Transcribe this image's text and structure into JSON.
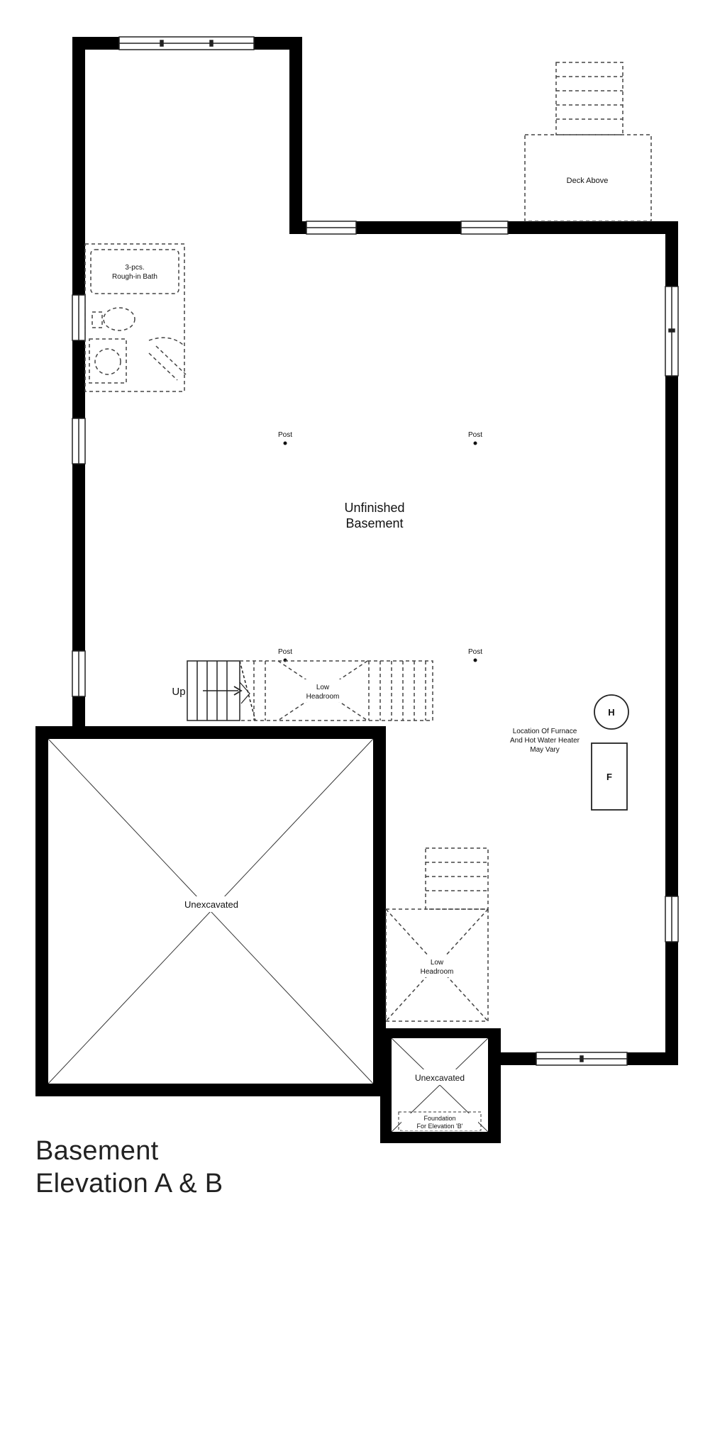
{
  "plan": {
    "title_line1": "Basement",
    "title_line2": "Elevation A & B",
    "labels": {
      "deck_above": "Deck Above",
      "bath_line1": "3-pcs.",
      "bath_line2": "Rough-in Bath",
      "post": "Post",
      "main_room_line1": "Unfinished",
      "main_room_line2": "Basement",
      "low_headroom_line1": "Low",
      "low_headroom_line2": "Headroom",
      "up": "Up",
      "furnace_line1": "Location Of Furnace",
      "furnace_line2": "And Hot Water Heater",
      "furnace_line3": "May Vary",
      "heater_symbol": "H",
      "furnace_symbol": "F",
      "unexcavated": "Unexcavated",
      "foundation_line1": "Foundation",
      "foundation_line2": "For Elevation 'B'"
    },
    "colors": {
      "wall": "#000000",
      "line": "#222222",
      "dashed": "#444444",
      "background": "#ffffff"
    }
  }
}
